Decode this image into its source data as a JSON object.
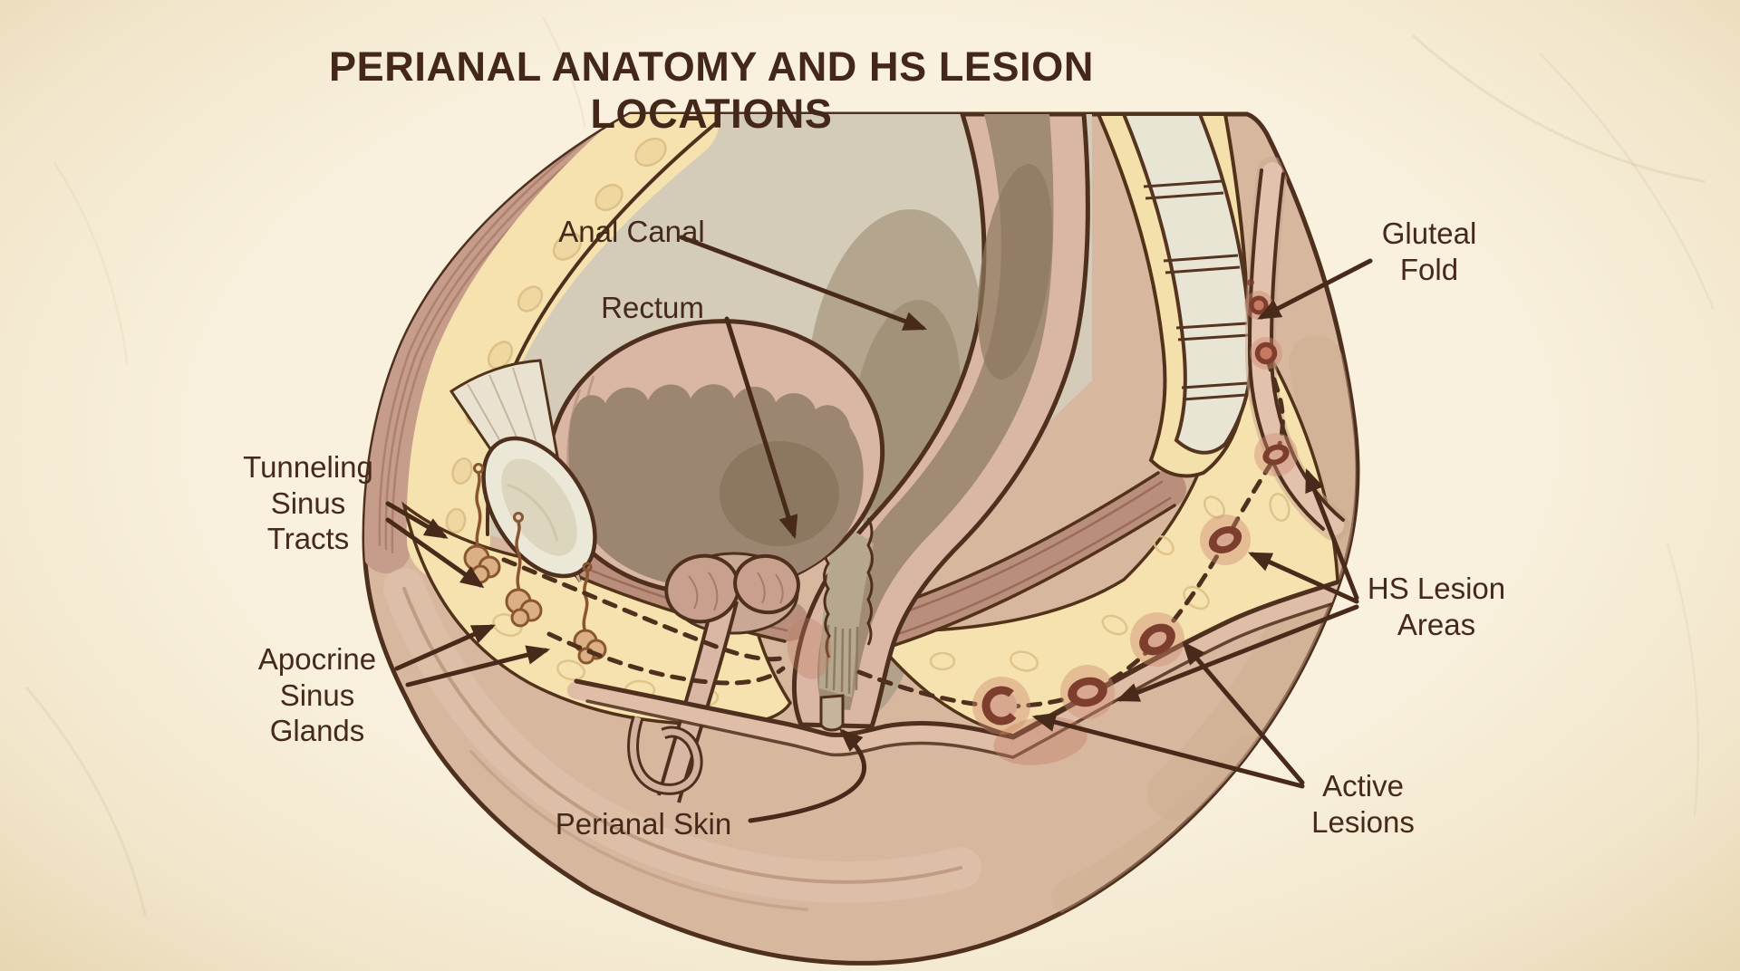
{
  "title": "PERIANAL ANATOMY AND HS LESION LOCATIONS",
  "labels": {
    "anal_canal": "Anal Canal",
    "rectum": "Rectum",
    "gluteal_fold": "Gluteal Fold",
    "tunneling_sinus_tracts": "Tunneling Sinus Tracts",
    "apocrine_sinus_glands": "Apocrine Sinus Glands",
    "hs_lesion_areas": "HS Lesion Areas",
    "active_lesions": "Active Lesions",
    "perianal_skin": "Perianal Skin"
  },
  "colors": {
    "background_parchment": "#f6ecd5",
    "outline_brown": "#4f2f1d",
    "title_text": "#43281a",
    "label_text": "#45291a",
    "skin": "#d7b89f",
    "subcutaneous_fat": "#f5e2ae",
    "muscle": "#c69c8a",
    "bone": "#e9e5d5",
    "organ_interior": "#9c8671",
    "lesion_ring": "#7e3e2e",
    "lesion_halo": "#d08a73"
  }
}
